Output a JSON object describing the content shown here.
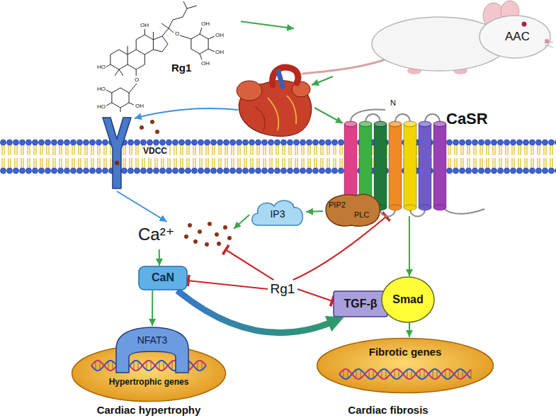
{
  "diagram": {
    "nodes": [
      {
        "text": [
          "Rg1"
        ]
      },
      {
        "text": [
          "AAC"
        ]
      },
      {
        "text": [
          "VDCC"
        ]
      },
      {
        "text": [
          "CaSR"
        ]
      },
      {
        "text": [
          "PIP2",
          "PLC"
        ]
      },
      {
        "text": [
          "IP3"
        ]
      },
      {
        "text": [
          "Ca²⁺"
        ]
      },
      {
        "text": [
          "Rg1"
        ]
      },
      {
        "text": [
          "CaN"
        ]
      },
      {
        "text": [
          "TGF-β"
        ]
      },
      {
        "text": [
          "Smad"
        ]
      },
      {
        "text": [
          "NFAT3"
        ]
      },
      {
        "text": [
          "Hypertrophic genes"
        ]
      },
      {
        "text": [
          "Fibrotic genes"
        ]
      }
    ],
    "edges": [
      {
        "from": 0,
        "to": 1,
        "arrow": "to"
      },
      {
        "from": 2,
        "to": 6,
        "arrow": "to"
      },
      {
        "from": 4,
        "to": 5,
        "arrow": "to"
      },
      {
        "from": 5,
        "to": 6,
        "arrow": "to"
      },
      {
        "from": 6,
        "to": 8,
        "arrow": "to"
      },
      {
        "from": 8,
        "to": 11,
        "arrow": "to"
      },
      {
        "from": 8,
        "to": 9,
        "arrow": "to"
      },
      {
        "from": 3,
        "to": 10,
        "arrow": "to"
      },
      {
        "from": 10,
        "to": 13,
        "arrow": "to"
      },
      {
        "from": 7,
        "to": 6,
        "arrow": "to"
      },
      {
        "from": 7,
        "to": 8,
        "arrow": "to"
      },
      {
        "from": 7,
        "to": 9,
        "arrow": "to"
      },
      {
        "from": 7,
        "to": 3,
        "arrow": "to"
      }
    ],
    "labels": [
      "N",
      "OH",
      "HO",
      "O",
      "OH",
      "OH",
      "OH",
      "OH",
      "O",
      "HO",
      "HO",
      "OH",
      "Cardiac hypertrophy",
      "Cardiac fibrosis"
    ]
  }
}
